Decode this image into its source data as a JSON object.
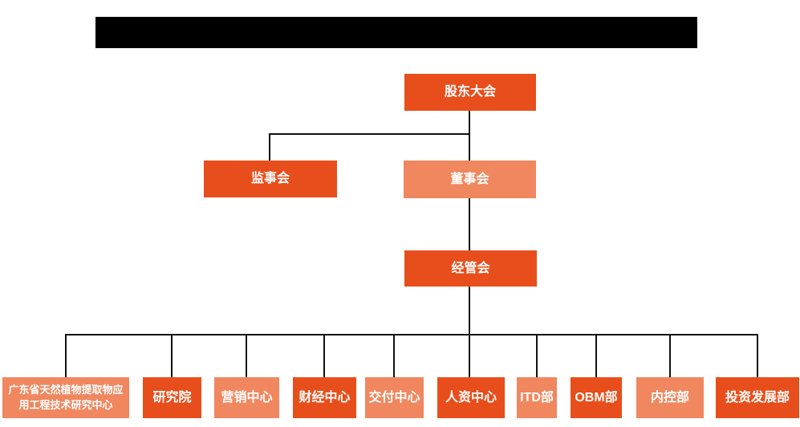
{
  "colors": {
    "primary": "#E84E1B",
    "secondary": "#F0875F",
    "line": "#111111",
    "redaction": "#000000",
    "text": "#FFFFFF",
    "background": "#FFFFFF"
  },
  "org_chart": {
    "root": {
      "label": "股东大会"
    },
    "level2": [
      {
        "label": "监事会"
      },
      {
        "label": "董事会"
      }
    ],
    "level3": {
      "label": "经管会"
    },
    "departments": [
      {
        "label": "广东省天然植物提取物应\n用工程技术研究中心"
      },
      {
        "label": "研究院"
      },
      {
        "label": "营销中心"
      },
      {
        "label": "财经中心"
      },
      {
        "label": "交付中心"
      },
      {
        "label": "人资中心"
      },
      {
        "label": "ITD部"
      },
      {
        "label": "OBM部"
      },
      {
        "label": "内控部"
      },
      {
        "label": "投资发展部"
      }
    ]
  }
}
